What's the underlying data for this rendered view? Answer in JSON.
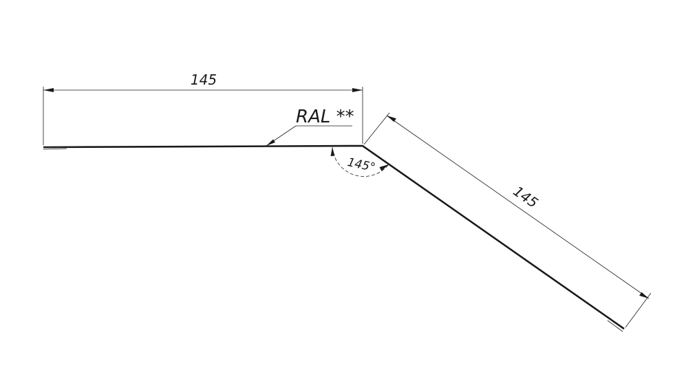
{
  "drawing": {
    "top_length": "145",
    "slope_length": "145",
    "angle": "145°",
    "coating_label": "RAL **"
  },
  "colors": {
    "line": "#1a1a1a",
    "background": "#ffffff"
  }
}
